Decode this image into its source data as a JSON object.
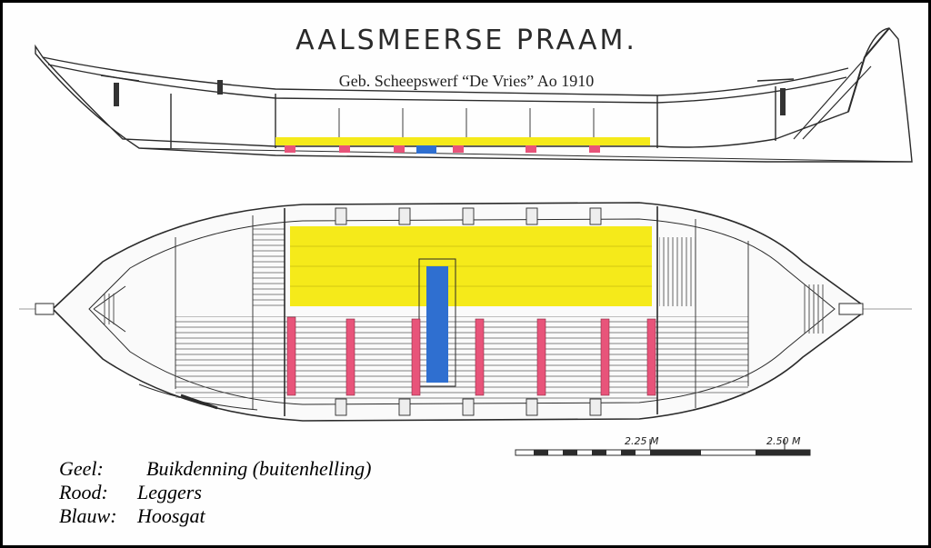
{
  "title": "AALSMEERSE PRAAM.",
  "subtitle": "Geb. Scheepswerf “De Vries” Ao 1910",
  "scale": {
    "mark_mid": "2.25 M",
    "mark_end": "2.50 M"
  },
  "legend": [
    {
      "key": "Geel:",
      "value": "Buikdenning (buitenhelling)",
      "color": "#f5ea1a"
    },
    {
      "key": "Rood:",
      "value": "Leggers",
      "color": "#e8547a"
    },
    {
      "key": "Blauw:",
      "value": "Hoosgat",
      "color": "#2f6fd0"
    }
  ],
  "colors": {
    "yellow": "#f5ea1a",
    "red": "#e8547a",
    "blue": "#2f6fd0",
    "ink": "#2b2b2b"
  }
}
